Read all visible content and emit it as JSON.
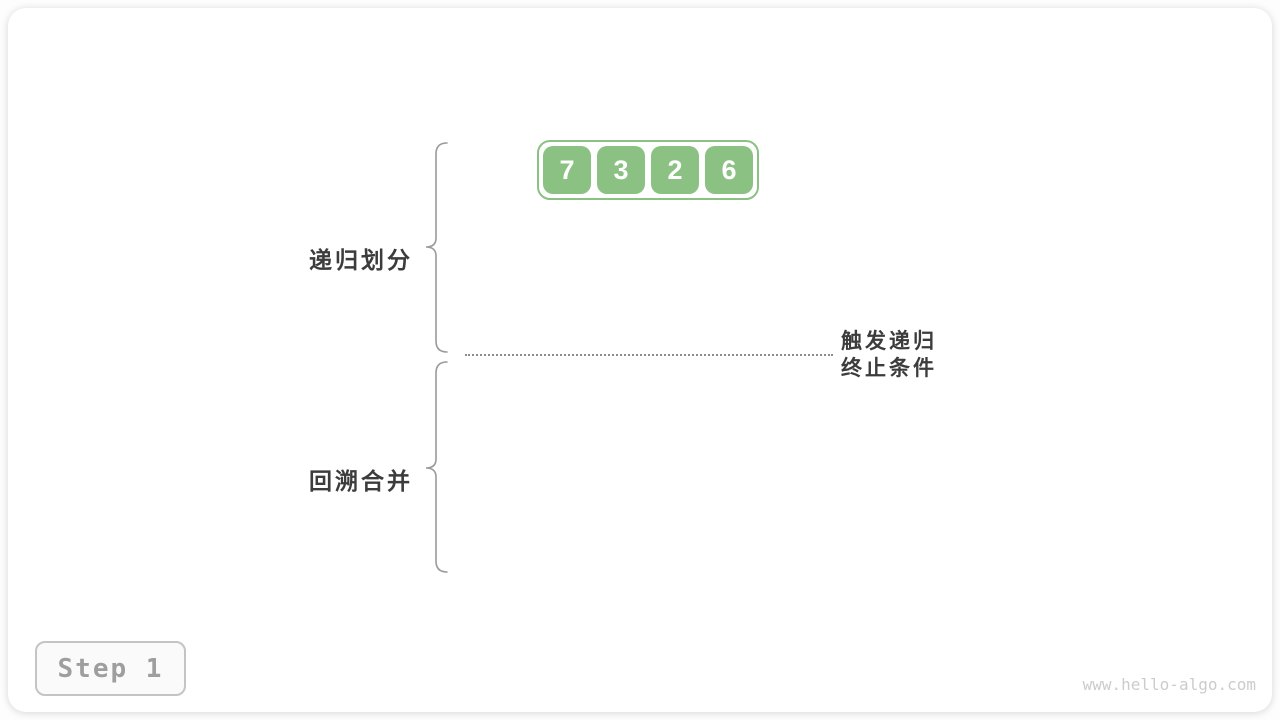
{
  "diagram": {
    "title_context": "merge sort recursion figure",
    "array": {
      "values": [
        "7",
        "3",
        "2",
        "6"
      ]
    },
    "phase_labels": {
      "divide": "递归划分",
      "merge": "回溯合并"
    },
    "annotation": {
      "line1": "触发递归",
      "line2": "终止条件"
    },
    "step_badge": "Step 1",
    "watermark": "www.hello-algo.com"
  },
  "colors": {
    "cell_green": "#8BC182",
    "label_text": "#3C3C3C",
    "line_gray": "#9A9A9A",
    "dotted_gray": "#8C8C8C",
    "step_text_gray": "#9E9E9E",
    "step_border_gray": "#C4C4C4",
    "watermark_gray": "#CCCCCC",
    "card_background": "#FFFFFF"
  }
}
